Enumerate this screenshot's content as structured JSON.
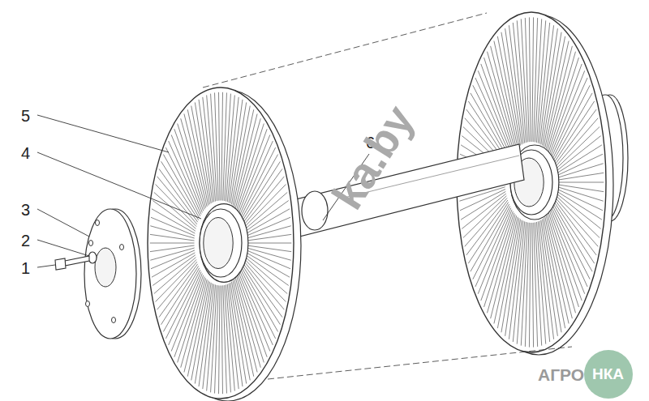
{
  "diagram": {
    "labels": [
      "5",
      "4",
      "3",
      "2",
      "1",
      "6",
      "ka.by",
      "АГРО",
      "НКА"
    ]
  }
}
